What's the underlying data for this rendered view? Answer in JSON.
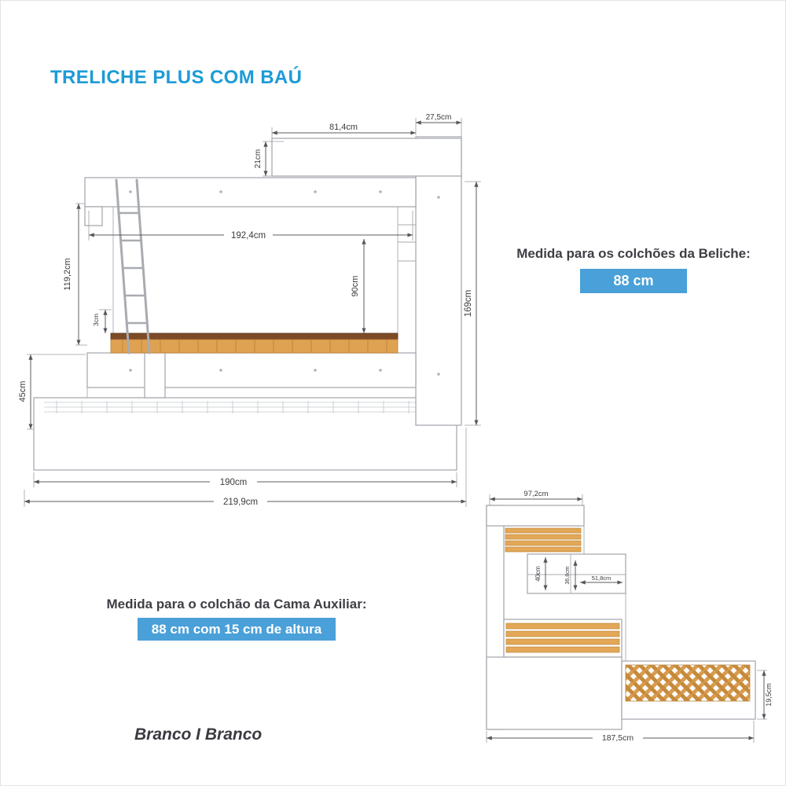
{
  "page": {
    "title": "TRELICHE PLUS COM BAÚ",
    "finish": "Branco I Branco"
  },
  "notes": {
    "beliche_label": "Medida para os colchões da Beliche:",
    "beliche_badge": "88 cm",
    "aux_label": "Medida para o colchão da Cama Auxiliar:",
    "aux_badge": "88 cm com 15 cm de altura"
  },
  "front_view": {
    "d81": "81,4cm",
    "d27": "27,5cm",
    "d21": "21cm",
    "d192": "192,4cm",
    "d119": "119,2cm",
    "d90": "90cm",
    "d3": "3cm",
    "d169": "169cm",
    "d45": "45cm",
    "d190": "190cm",
    "d219": "219,9cm"
  },
  "side_view": {
    "d97": "97,2cm",
    "d40": "40cm",
    "d368": "36,8cm",
    "d518": "51,8cm",
    "d187": "187,5cm",
    "d195": "19,5cm"
  },
  "colors": {
    "accent_blue": "#1d9bd7",
    "badge_blue": "#4aa0d8",
    "wood": "#dfa253",
    "wood_dark": "#7d4b27"
  }
}
